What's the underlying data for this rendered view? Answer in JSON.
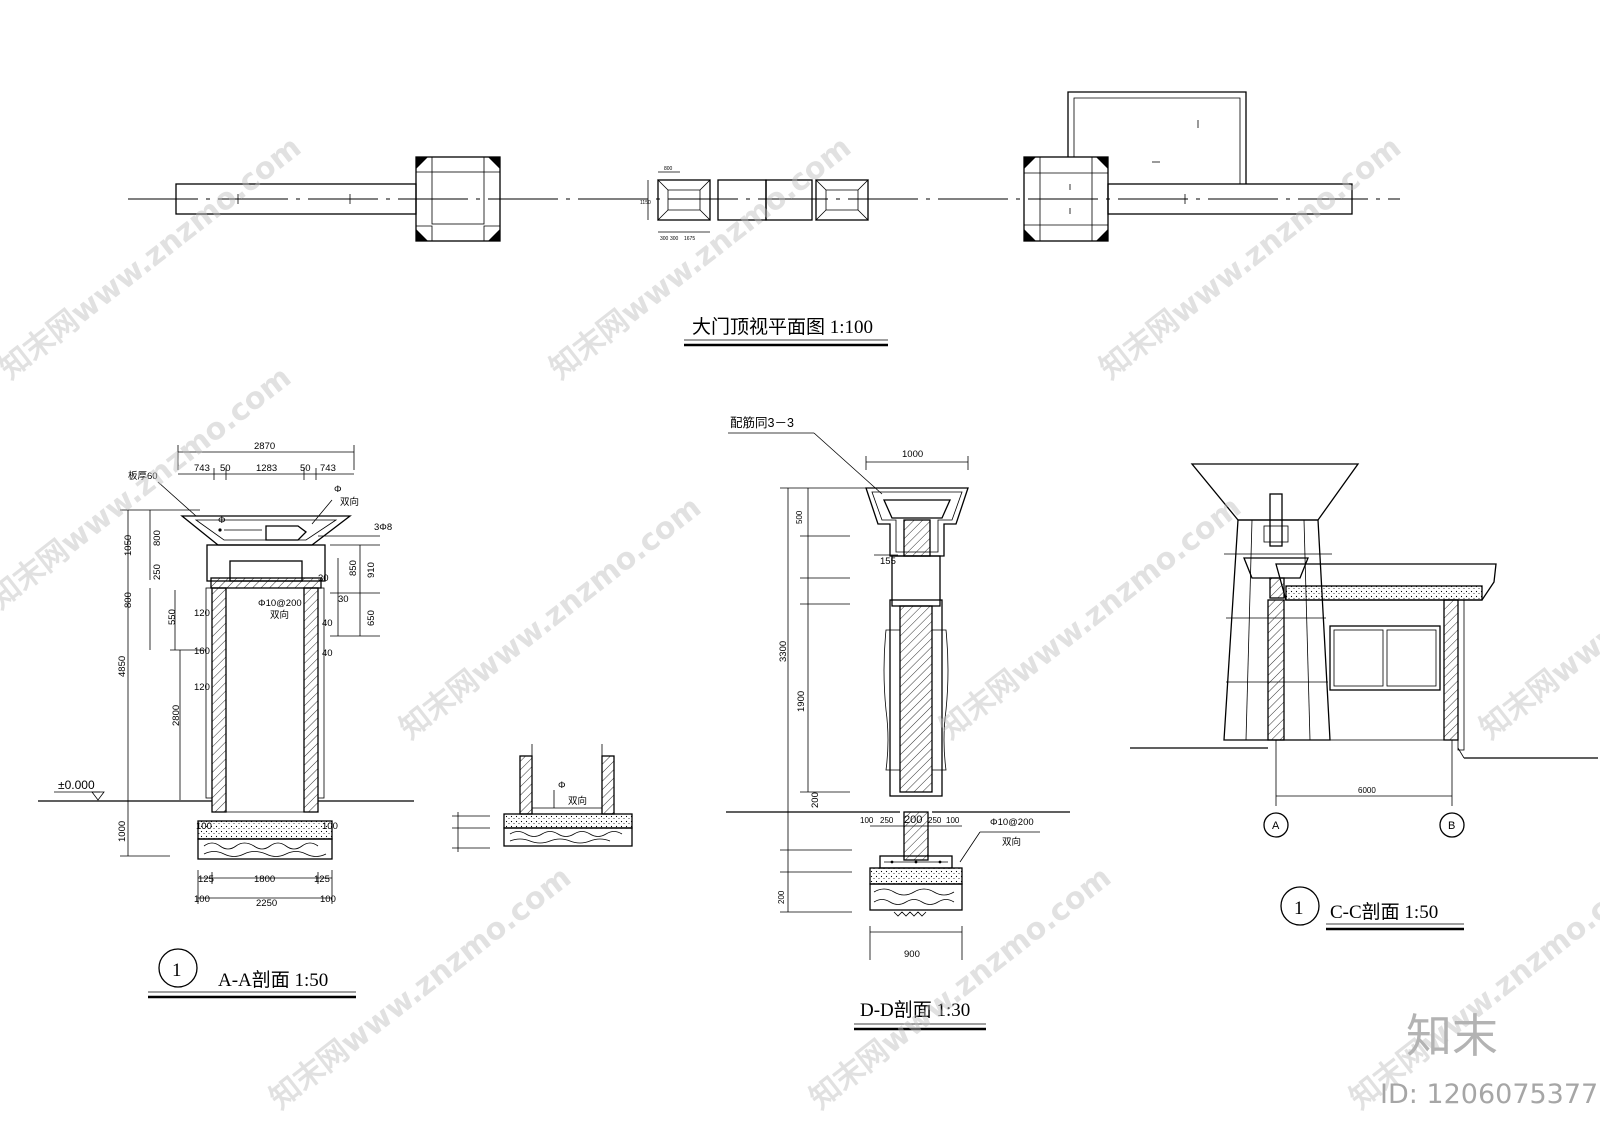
{
  "titles": {
    "plan": "大门顶视平面图  1:100",
    "section_aa": "A-A剖面  1:50",
    "section_dd": "D-D剖面  1:30",
    "section_cc": "C-C剖面  1:50",
    "circle_aa": "1",
    "circle_cc": "1"
  },
  "section_aa": {
    "overall_top": "2870",
    "top_a": "743",
    "top_b": "50",
    "top_c": "1283",
    "top_d": "50",
    "top_e": "743",
    "slab_note": "板厚60",
    "phi_a": "Φ",
    "phi_b": "Φ",
    "bidirection_top": "双向",
    "rebar_3phi8": "3Φ8",
    "left_1050": "1050",
    "left_800a": "800",
    "left_250": "250",
    "left_800b": "800",
    "left_550": "550",
    "left_4850": "4850",
    "left_2800": "2800",
    "left_1000": "1000",
    "inner_120a": "120",
    "inner_160": "160",
    "inner_120b": "120",
    "right_30a": "30",
    "right_850": "850",
    "right_910": "910",
    "right_30b": "30",
    "right_650": "650",
    "right_40a": "40",
    "right_40b": "40",
    "rebar_mid": "Φ10@200",
    "bidirection_mid": "双向",
    "level": "±0.000",
    "foot_100l": "100",
    "foot_100r": "100",
    "bot_125l": "125",
    "bot_1800": "1800",
    "bot_125r": "125",
    "bot_100l": "100",
    "bot_2250": "2250",
    "bot_100r": "100"
  },
  "small_detail": {
    "phi": "Φ",
    "bidirection": "双向"
  },
  "section_dd": {
    "note": "配筋同3－3",
    "top_1000": "1000",
    "left_500": "500",
    "left_3300": "3300",
    "left_1900": "1900",
    "left_200a": "200",
    "left_200b": "200",
    "inner_155": "155",
    "b_100l": "100",
    "b_250l": "250",
    "b_200": "200",
    "b_250r": "250",
    "b_100r": "100",
    "rebar": "Φ10@200",
    "bidirection": "双向",
    "bottom_900": "900"
  },
  "section_cc": {
    "span": "6000",
    "axis_a": "A",
    "axis_b": "B"
  },
  "plan": {
    "d1": "800",
    "d2": "300",
    "d3": "300",
    "d4": "1675",
    "d5": "1150"
  },
  "watermarks": {
    "text": "知末网www.znzmo.com",
    "brand": "知末",
    "id": "ID: 1206075377"
  }
}
